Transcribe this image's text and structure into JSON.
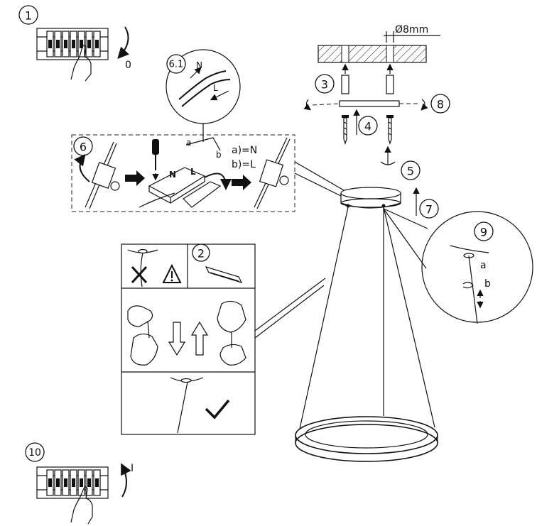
{
  "steps": {
    "s1": "1",
    "s2": "2",
    "s3": "3",
    "s4": "4",
    "s5": "5",
    "s6": "6",
    "s61": "6.1",
    "s7": "7",
    "s8": "8",
    "s9": "9",
    "s10": "10"
  },
  "labels": {
    "switch_off": "0",
    "switch_on": "I",
    "hole_diameter": "Ø8mm",
    "wire_a": "a",
    "wire_b": "b",
    "a_eq_n": "a)=N",
    "b_eq_l": "b)=L",
    "terminal_n": "N",
    "terminal_l": "L",
    "wire_n": "N",
    "wire_l": "L",
    "detail_a": "a",
    "detail_b": "b"
  },
  "colors": {
    "line": "#111111",
    "background": "#ffffff",
    "hatch": "#111111"
  },
  "icons": [
    "breaker-panel-icon",
    "hand-icon",
    "rotate-arrow-icon",
    "screwdriver-icon",
    "wire-connector-icon",
    "cross-icon",
    "warning-triangle-icon",
    "checkmark-icon",
    "arrow-up-icon",
    "arrow-down-icon",
    "screw-icon",
    "wall-plug-icon",
    "ceiling-canopy-icon",
    "ring-lamp-icon"
  ]
}
